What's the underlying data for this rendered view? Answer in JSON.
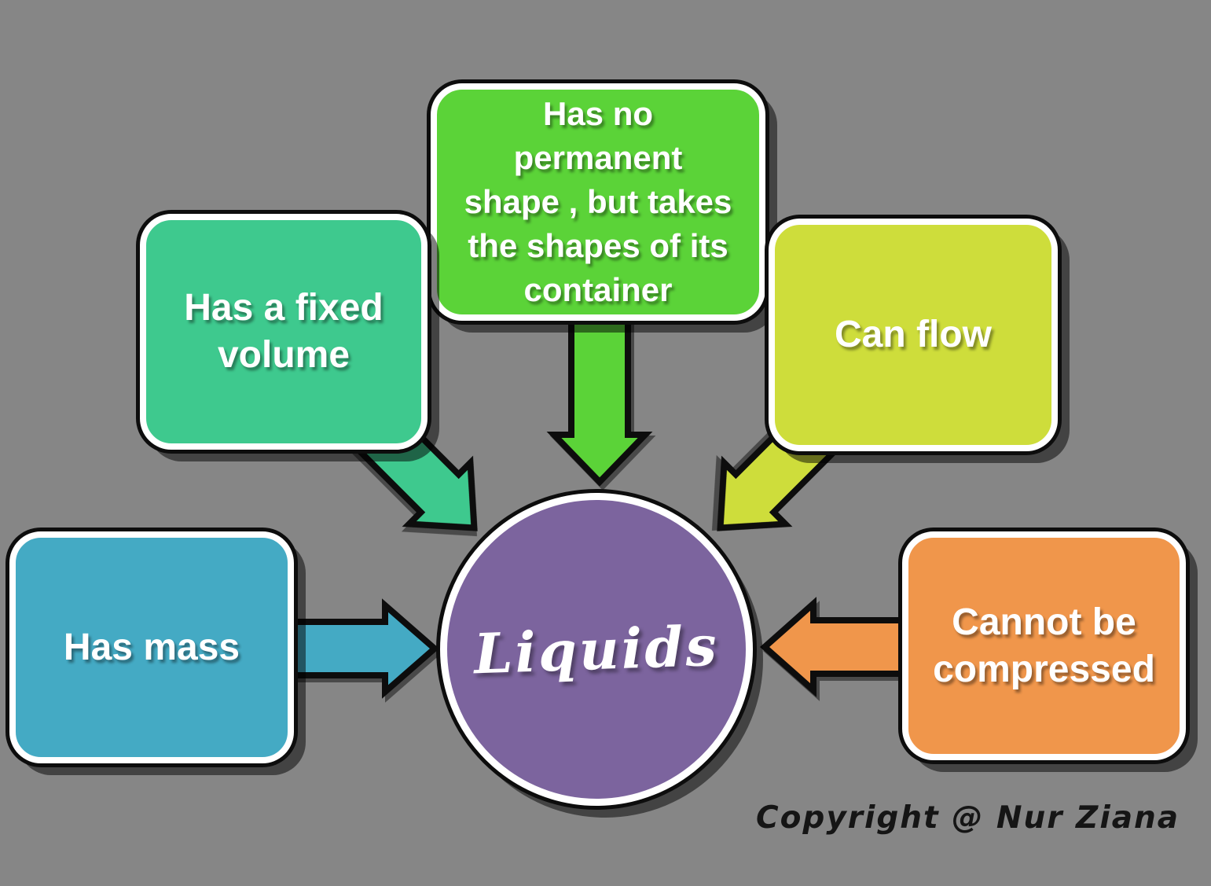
{
  "background_color": "#868686",
  "center_circle": {
    "label": "Liquids",
    "fill": "#7C649E",
    "text_color": "#FFFFFF"
  },
  "boxes": {
    "top": {
      "label": "Has no\npermanent\nshape , but takes\nthe shapes of its\ncontainer",
      "fill": "#5BD338"
    },
    "top_left": {
      "label": "Has a fixed\nvolume",
      "fill": "#3EC98E"
    },
    "top_right": {
      "label": "Can flow",
      "fill": "#CEDD3B"
    },
    "left": {
      "label": "Has mass",
      "fill": "#44AAC4"
    },
    "right": {
      "label": "Cannot be\ncompressed",
      "fill": "#F0964B"
    }
  },
  "arrows": {
    "from_top": {
      "fill": "#5BD338",
      "direction": "down"
    },
    "from_top_left": {
      "fill": "#3EC98E",
      "direction": "down-right"
    },
    "from_top_right": {
      "fill": "#CEDD3B",
      "direction": "down-left"
    },
    "from_left": {
      "fill": "#44AAC4",
      "direction": "right"
    },
    "from_right": {
      "fill": "#F0964B",
      "direction": "left"
    }
  },
  "footer": {
    "copyright": "Copyright @ Nur Ziana"
  }
}
